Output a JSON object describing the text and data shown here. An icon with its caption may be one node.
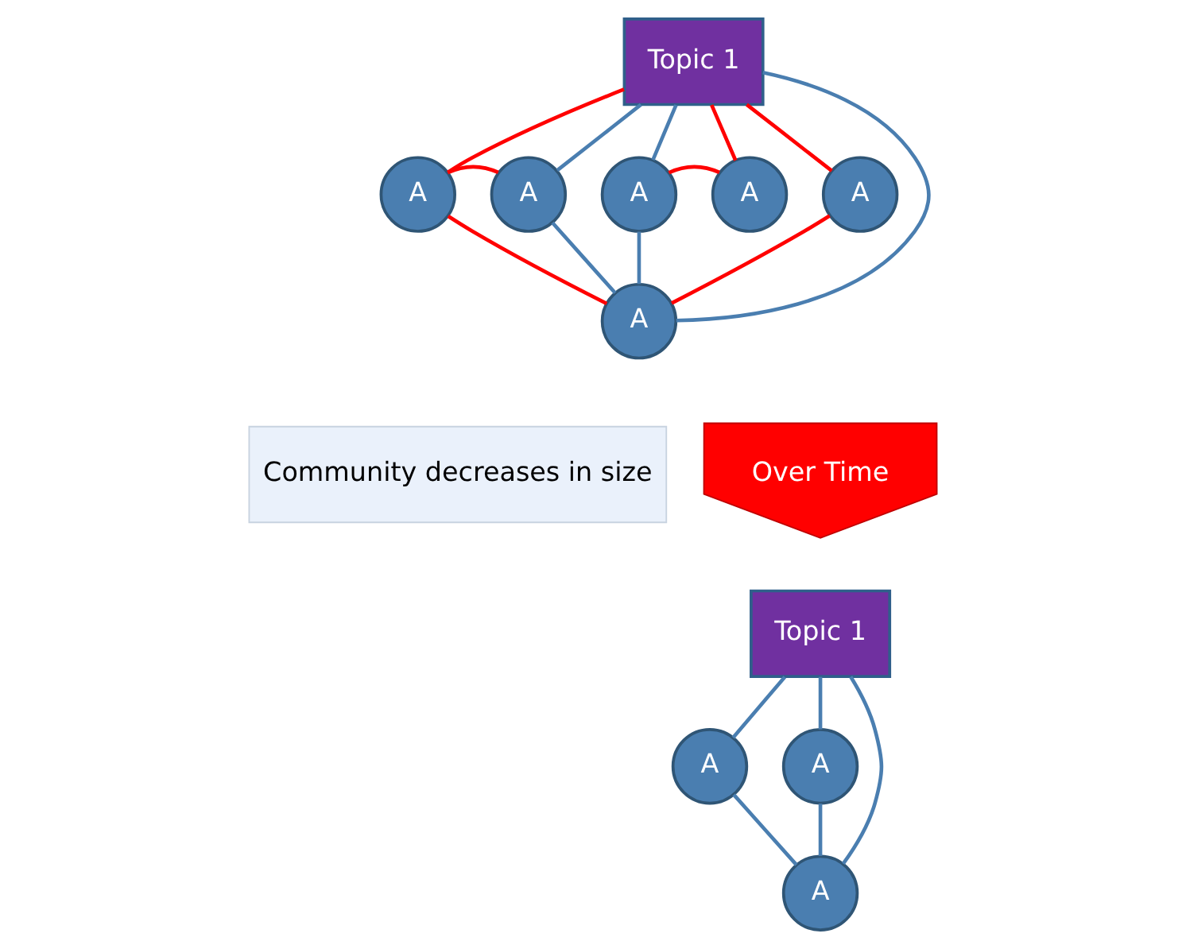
{
  "diagram": {
    "nodes": [
      {
        "text": [
          "Topic 1"
        ]
      },
      {
        "text": [
          "A"
        ]
      },
      {
        "text": [
          "A"
        ]
      },
      {
        "text": [
          "A"
        ]
      },
      {
        "text": [
          "A"
        ]
      },
      {
        "text": [
          "A"
        ]
      },
      {
        "text": [
          "A"
        ]
      },
      {
        "text": [
          "Community decreases in size"
        ]
      },
      {
        "text": [
          "Over Time"
        ]
      },
      {
        "text": [
          "Topic 1"
        ]
      },
      {
        "text": [
          "A"
        ]
      },
      {
        "text": [
          "A"
        ]
      },
      {
        "text": [
          "A"
        ]
      }
    ],
    "edges": [
      {
        "from": 0,
        "to": 1,
        "arrow": "none",
        "color": "#ff0000"
      },
      {
        "from": 0,
        "to": 2,
        "arrow": "none"
      },
      {
        "from": 0,
        "to": 6,
        "arrow": "none"
      },
      {
        "from": 0,
        "to": 3,
        "arrow": "none"
      },
      {
        "from": 0,
        "to": 4,
        "arrow": "none",
        "color": "#ff0000"
      },
      {
        "from": 0,
        "to": 5,
        "arrow": "none",
        "color": "#ff0000"
      },
      {
        "from": 1,
        "to": 2,
        "arrow": "none",
        "color": "#ff0000"
      },
      {
        "from": 1,
        "to": 6,
        "arrow": "none",
        "color": "#ff0000"
      },
      {
        "from": 2,
        "to": 6,
        "arrow": "none"
      },
      {
        "from": 3,
        "to": 6,
        "arrow": "none"
      },
      {
        "from": 3,
        "to": 4,
        "arrow": "none",
        "color": "#ff0000"
      },
      {
        "from": 6,
        "to": 5,
        "arrow": "none",
        "color": "#ff0000"
      },
      {
        "from": 9,
        "to": 10,
        "arrow": "none"
      },
      {
        "from": 9,
        "to": 12,
        "arrow": "none"
      },
      {
        "from": 9,
        "to": 11,
        "arrow": "none"
      },
      {
        "from": 10,
        "to": 12,
        "arrow": "none"
      },
      {
        "from": 11,
        "to": 12,
        "arrow": "none"
      }
    ]
  }
}
